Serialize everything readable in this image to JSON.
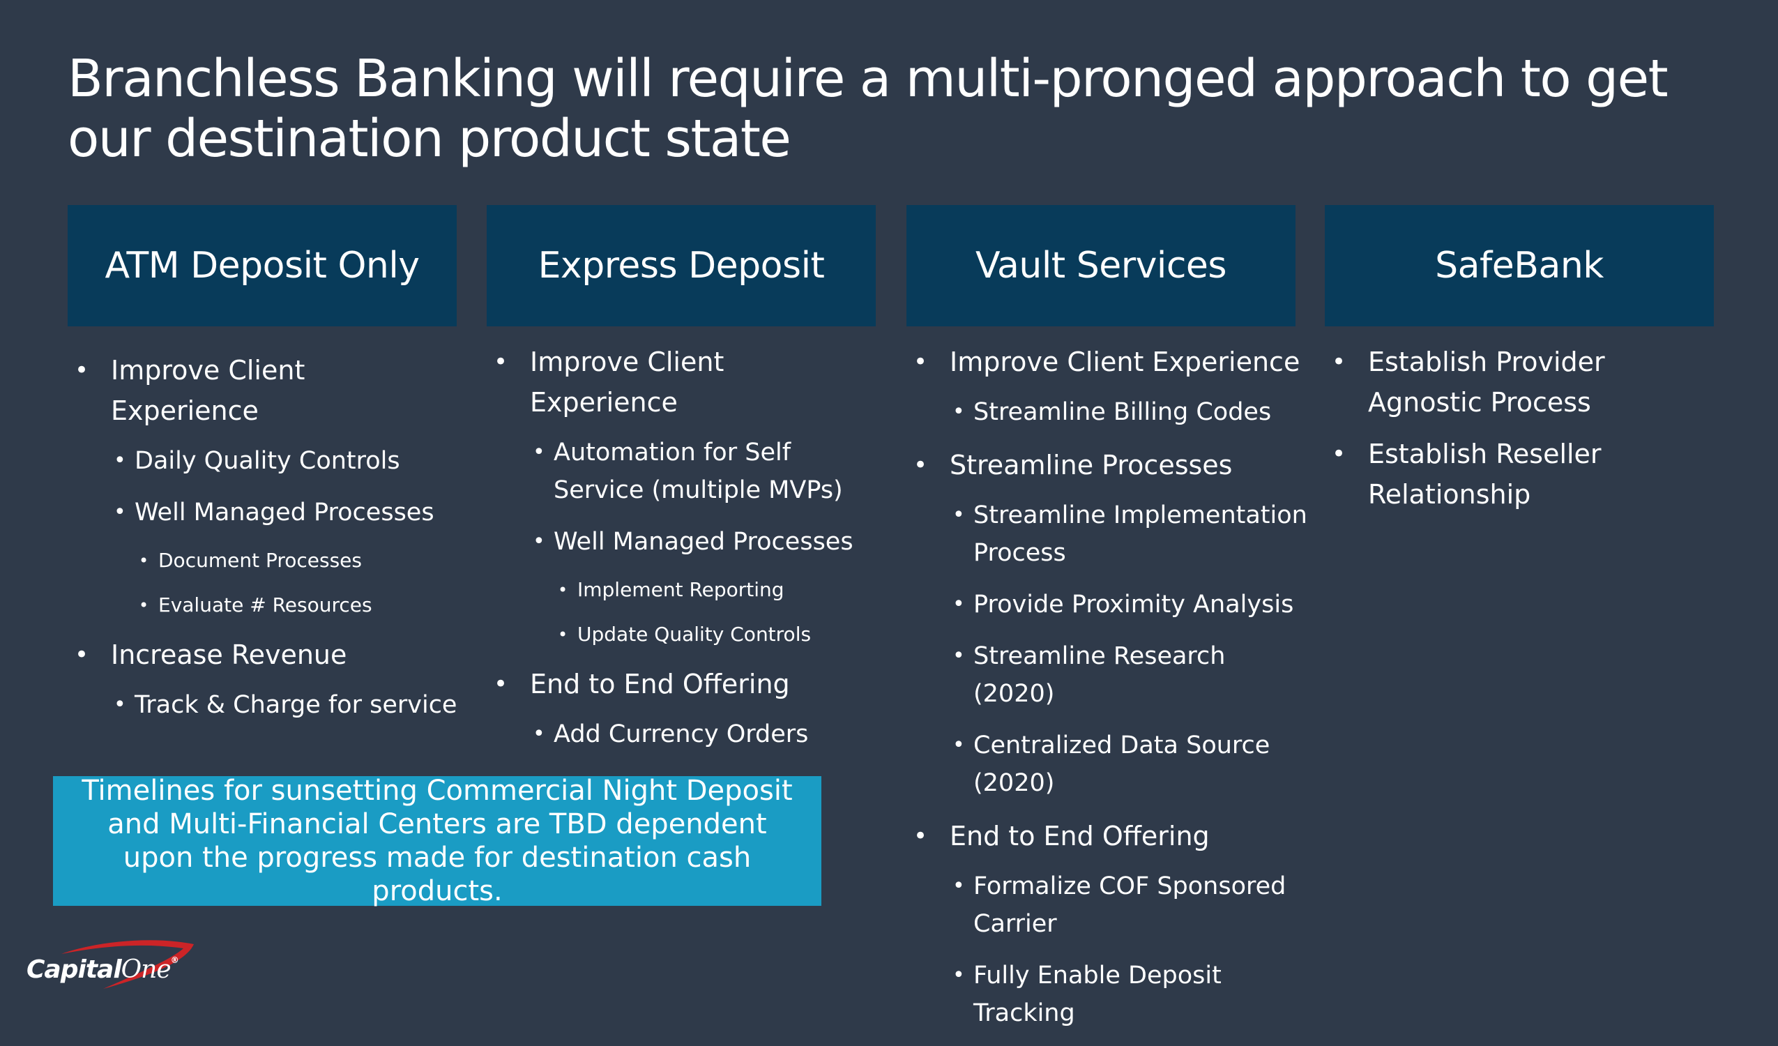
{
  "slide": {
    "title": "Branchless Banking will require a multi-pronged approach to get our destination product state",
    "background_color": "#2f3a4a",
    "header_color": "#083b5a",
    "callout_color": "#1a9cc4"
  },
  "columns": [
    {
      "header": "ATM Deposit Only",
      "items": [
        {
          "level": 1,
          "text": "Improve Client Experience"
        },
        {
          "level": 2,
          "text": "Daily Quality Controls"
        },
        {
          "level": 2,
          "text": "Well Managed Processes"
        },
        {
          "level": 3,
          "text": "Document Processes"
        },
        {
          "level": 3,
          "text": "Evaluate #  Resources"
        },
        {
          "level": 1,
          "text": "Increase Revenue"
        },
        {
          "level": 2,
          "text": "Track & Charge for service"
        }
      ]
    },
    {
      "header": "Express Deposit",
      "items": [
        {
          "level": 1,
          "text": "Improve Client Experience"
        },
        {
          "level": 2,
          "text": "Automation for Self Service (multiple MVPs)"
        },
        {
          "level": 2,
          "text": "Well Managed Processes"
        },
        {
          "level": 3,
          "text": "Implement Reporting"
        },
        {
          "level": 3,
          "text": "Update Quality Controls"
        },
        {
          "level": 1,
          "text": "End to End Offering"
        },
        {
          "level": 2,
          "text": "Add Currency Orders"
        }
      ]
    },
    {
      "header": "Vault Services",
      "items": [
        {
          "level": 1,
          "text": "Improve Client Experience"
        },
        {
          "level": 2,
          "text": "Streamline Billing Codes"
        },
        {
          "level": 1,
          "text": "Streamline Processes"
        },
        {
          "level": 2,
          "text": "Streamline Implementation Process"
        },
        {
          "level": 2,
          "text": "Provide Proximity Analysis"
        },
        {
          "level": 2,
          "text": "Streamline Research  (2020)"
        },
        {
          "level": 2,
          "text": "Centralized Data Source (2020)"
        },
        {
          "level": 1,
          "text": "End to End Offering"
        },
        {
          "level": 2,
          "text": "Formalize COF Sponsored Carrier"
        },
        {
          "level": 2,
          "text": "Fully Enable Deposit Tracking"
        }
      ]
    },
    {
      "header": "SafeBank",
      "items": [
        {
          "level": 1,
          "text": "Establish Provider Agnostic Process"
        },
        {
          "level": 1,
          "text": "Establish Reseller Relationship"
        }
      ]
    }
  ],
  "callout": {
    "text": "Timelines for sunsetting Commercial Night Deposit and Multi-Financial Centers are TBD dependent upon the progress made for destination cash products."
  },
  "logo": {
    "word_capital": "Capital",
    "word_one": "One",
    "registered": "®",
    "swoosh_color": "#cc2427"
  }
}
